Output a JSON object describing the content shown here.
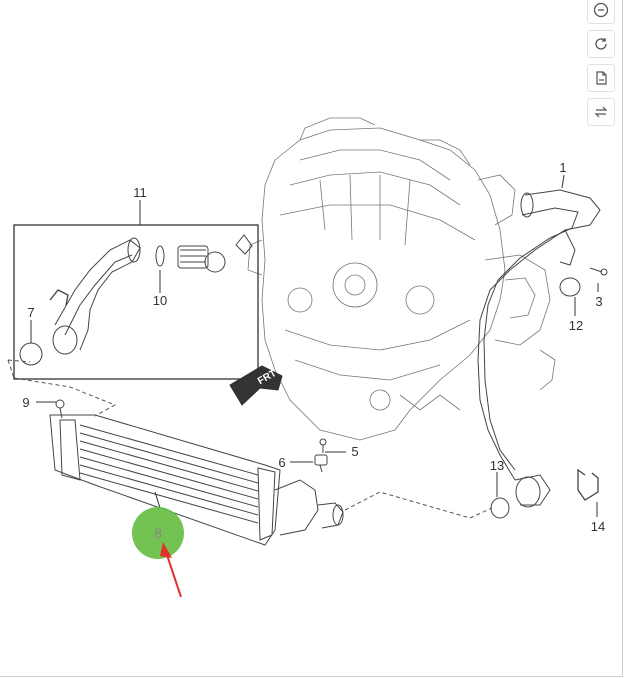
{
  "toolbar": {
    "buttons": [
      {
        "name": "zoom-out",
        "icon": "minus-circle-icon"
      },
      {
        "name": "rotate",
        "icon": "rotate-icon"
      },
      {
        "name": "document",
        "icon": "document-icon"
      },
      {
        "name": "swap",
        "icon": "swap-icon"
      }
    ]
  },
  "diagram": {
    "callouts": [
      "1",
      "3",
      "5",
      "6",
      "7",
      "9",
      "10",
      "11",
      "12",
      "13",
      "14"
    ],
    "highlighted_callout": "8",
    "direction_label": "FRT",
    "highlight_color": "#6cc04a",
    "arrow_color": "#e0312b"
  }
}
